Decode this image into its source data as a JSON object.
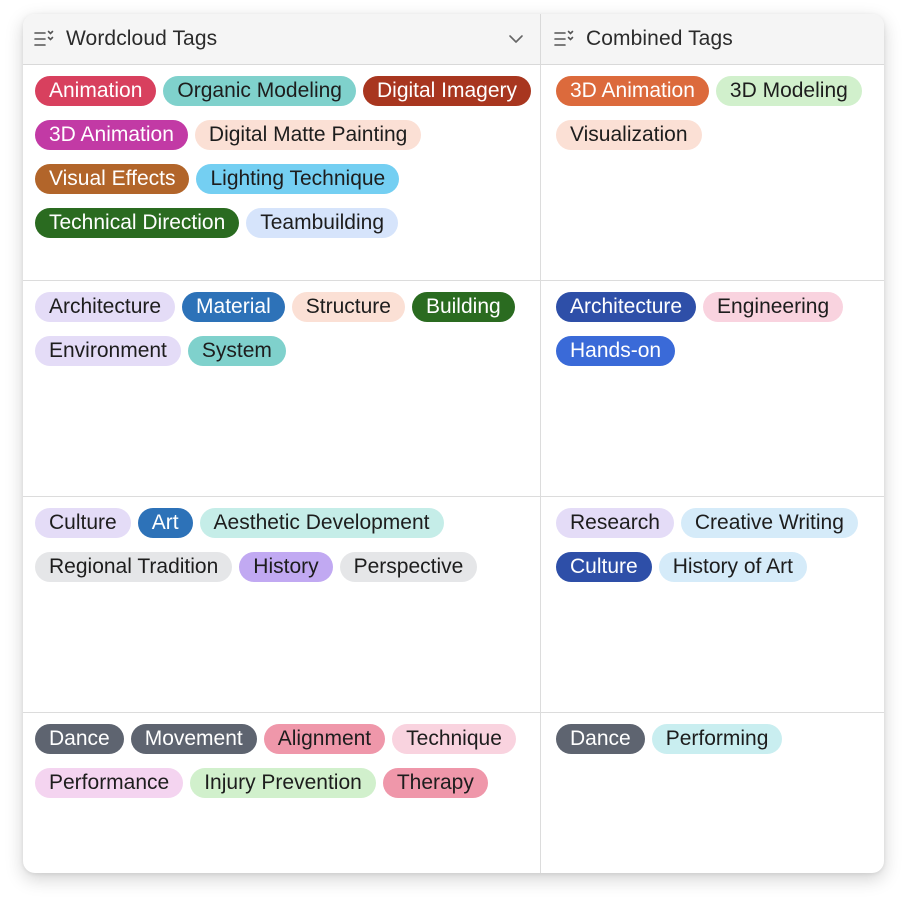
{
  "columns": [
    {
      "title": "Wordcloud Tags",
      "icon": "multi-select-field-icon"
    },
    {
      "title": "Combined Tags",
      "icon": "multi-select-field-icon"
    }
  ],
  "rows": [
    {
      "wordcloud": [
        {
          "label": "Animation",
          "bg": "#d8405e",
          "fg": "#ffffff"
        },
        {
          "label": "Organic Modeling",
          "bg": "#7fd1cc",
          "fg": "#1d1d1d"
        },
        {
          "label": "Digital Imagery",
          "bg": "#a8361f",
          "fg": "#ffffff"
        },
        {
          "label": "3D Animation",
          "bg": "#c23aa5",
          "fg": "#ffffff"
        },
        {
          "label": "Digital Matte Painting",
          "bg": "#fbe0d5",
          "fg": "#1d1d1d"
        },
        {
          "label": "Visual Effects",
          "bg": "#b2652a",
          "fg": "#ffffff"
        },
        {
          "label": "Lighting Technique",
          "bg": "#74cff2",
          "fg": "#1d1d1d"
        },
        {
          "label": "Technical Direction",
          "bg": "#2a6b20",
          "fg": "#ffffff"
        },
        {
          "label": "Teambuilding",
          "bg": "#d6e4fb",
          "fg": "#1d1d1d"
        }
      ],
      "combined": [
        {
          "label": "3D Animation",
          "bg": "#dc6a3c",
          "fg": "#ffffff"
        },
        {
          "label": "3D Modeling",
          "bg": "#d1f0cc",
          "fg": "#1d1d1d"
        },
        {
          "label": "Visualization",
          "bg": "#fbe0d5",
          "fg": "#1d1d1d"
        }
      ]
    },
    {
      "wordcloud": [
        {
          "label": "Architecture",
          "bg": "#e4dcf7",
          "fg": "#1d1d1d"
        },
        {
          "label": "Material",
          "bg": "#2d72b8",
          "fg": "#ffffff"
        },
        {
          "label": "Structure",
          "bg": "#fbe0d5",
          "fg": "#1d1d1d"
        },
        {
          "label": "Building",
          "bg": "#2a6b20",
          "fg": "#ffffff"
        },
        {
          "label": "Environment",
          "bg": "#e4dcf7",
          "fg": "#1d1d1d"
        },
        {
          "label": "System",
          "bg": "#7fd1cc",
          "fg": "#1d1d1d"
        }
      ],
      "combined": [
        {
          "label": "Architecture",
          "bg": "#2e4fa8",
          "fg": "#ffffff"
        },
        {
          "label": "Engineering",
          "bg": "#f9d3df",
          "fg": "#1d1d1d"
        },
        {
          "label": "Hands-on",
          "bg": "#3a6ad8",
          "fg": "#ffffff"
        }
      ]
    },
    {
      "wordcloud": [
        {
          "label": "Culture",
          "bg": "#e4dcf7",
          "fg": "#1d1d1d"
        },
        {
          "label": "Art",
          "bg": "#2d72b8",
          "fg": "#ffffff"
        },
        {
          "label": "Aesthetic Development",
          "bg": "#c5ede8",
          "fg": "#1d1d1d"
        },
        {
          "label": "Regional Tradition",
          "bg": "#e5e6e8",
          "fg": "#1d1d1d"
        },
        {
          "label": "History",
          "bg": "#c1a9f2",
          "fg": "#1d1d1d"
        },
        {
          "label": "Perspective",
          "bg": "#e5e6e8",
          "fg": "#1d1d1d"
        }
      ],
      "combined": [
        {
          "label": "Research",
          "bg": "#e4dcf7",
          "fg": "#1d1d1d"
        },
        {
          "label": "Creative Writing",
          "bg": "#d5ebf9",
          "fg": "#1d1d1d"
        },
        {
          "label": "Culture",
          "bg": "#2e4fa8",
          "fg": "#ffffff"
        },
        {
          "label": "History of Art",
          "bg": "#d5ebf9",
          "fg": "#1d1d1d"
        }
      ]
    },
    {
      "wordcloud": [
        {
          "label": "Dance",
          "bg": "#5e6470",
          "fg": "#ffffff"
        },
        {
          "label": "Movement",
          "bg": "#5e6470",
          "fg": "#ffffff"
        },
        {
          "label": "Alignment",
          "bg": "#ef97aa",
          "fg": "#1d1d1d"
        },
        {
          "label": "Technique",
          "bg": "#f9d3df",
          "fg": "#1d1d1d"
        },
        {
          "label": "Performance",
          "bg": "#f4d4f0",
          "fg": "#1d1d1d"
        },
        {
          "label": "Injury Prevention",
          "bg": "#d1f0cc",
          "fg": "#1d1d1d"
        },
        {
          "label": "Therapy",
          "bg": "#ef97aa",
          "fg": "#1d1d1d"
        }
      ],
      "combined": [
        {
          "label": "Dance",
          "bg": "#5e6470",
          "fg": "#ffffff"
        },
        {
          "label": "Performing",
          "bg": "#c9eef0",
          "fg": "#1d1d1d"
        }
      ]
    }
  ]
}
